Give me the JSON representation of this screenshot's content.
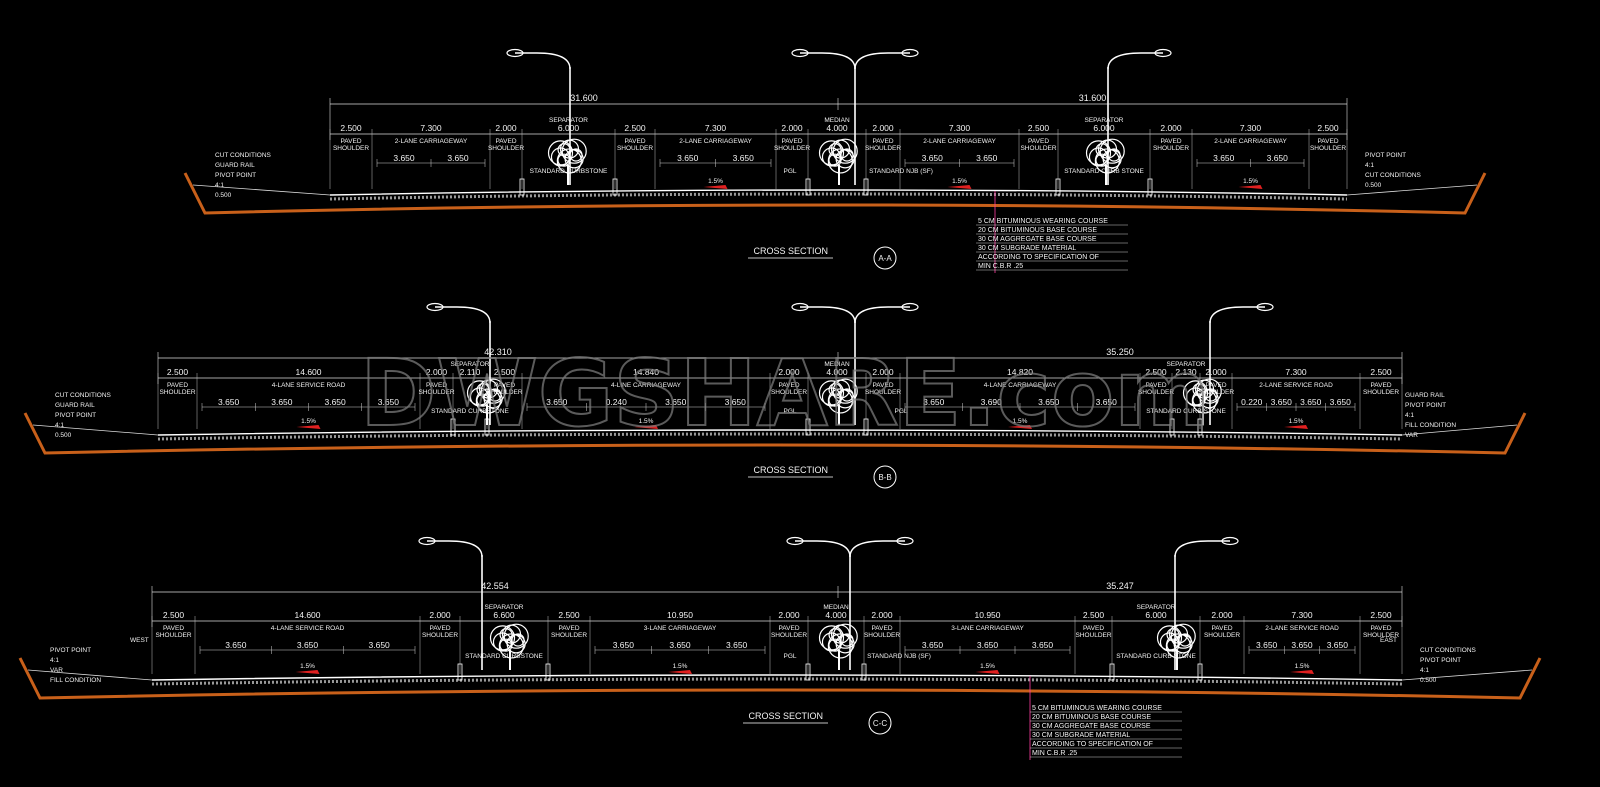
{
  "watermark": "DWGSHARE.com",
  "sections": [
    {
      "id": "A-A",
      "title": "CROSS SECTION",
      "bubble": "A-A",
      "total_dims": [
        "31.600",
        "31.600"
      ],
      "dims": [
        "2.500",
        "7.300",
        "2.000",
        "6.000",
        "2.500",
        "7.300",
        "2.000",
        "4.000",
        "2.000",
        "7.300",
        "2.500",
        "6.000",
        "2.000",
        "7.300",
        "2.500"
      ],
      "lane_dims": [
        "3.650",
        "3.650",
        "3.650",
        "3.650",
        "3.650",
        "3.650",
        "3.650",
        "3.650"
      ],
      "labels": [
        "PAVED\nSHOULDER",
        "2-LANE CARRIAGEWAY",
        "PAVED\nSHOULDER",
        "SEPARATOR",
        "PAVED\nSHOULDER",
        "2-LANE CARRIAGEWAY",
        "PAVED\nSHOULDER",
        "MEDIAN",
        "PAVED\nSHOULDER",
        "2-LANE CARRIAGEWAY",
        "PAVED\nSHOULDER",
        "SEPARATOR",
        "PAVED\nSHOULDER",
        "2-LANE CARRIAGEWAY",
        "PAVED\nSHOULDER"
      ],
      "notes_left": [
        "CUT CONDITIONS",
        "GUARD RAIL",
        "PIVOT POINT",
        "4:1",
        "0.500"
      ],
      "notes_right": [
        "PIVOT POINT",
        "4:1",
        "CUT CONDITIONS",
        "0.500"
      ],
      "misc": [
        "STANDARD CURBSTONE",
        "PGL",
        "STANDARD NJB (SF)",
        "STANDARD CURB STONE"
      ],
      "slopes": [
        "1.5%",
        "1.5%",
        "1.5%"
      ],
      "layers": [
        "5 CM BITUMINOUS WEARING COURSE",
        "20 CM BITUMINOUS BASE COURSE",
        "30 CM  AGGREGATE BASE COURSE",
        "30 CM SUBGRADE MATERIAL",
        "ACCORDING TO SPECIFICATION OF",
        "MIN C.B.R .25"
      ]
    },
    {
      "id": "B-B",
      "title": "CROSS SECTION",
      "bubble": "B-B",
      "total_dims": [
        "42.310",
        "35.250"
      ],
      "dims": [
        "2.500",
        "14.600",
        "2.000",
        "2.110",
        "2.500",
        "14.840",
        "2.000",
        "4.000",
        "2.000",
        "14.820",
        "2.500",
        "2.130",
        "2.000",
        "7.300",
        "2.500"
      ],
      "lane_dims": [
        "3.650",
        "3.650",
        "3.650",
        "3.650",
        "3.650",
        "0.240",
        "3.650",
        "3.650",
        "3.650",
        "3.690",
        "3.650",
        "3.650",
        "0.220",
        "3.650",
        "3.650",
        "3.650"
      ],
      "labels": [
        "PAVED\nSHOULDER",
        "4-LANE SERVICE ROAD",
        "PAVED\nSHOULDER",
        "SEPARATOR",
        "PAVED\nSHOULDER",
        "4-LINE CARRIAGEWAY",
        "PAVED\nSHOULDER",
        "MEDIAN",
        "PAVED\nSHOULDER",
        "4-LANE CARRIAGEWAY",
        "PAVED\nSHOULDER",
        "SEPARATOR",
        "PAVED\nSHOULDER",
        "2-LANE SERVICE ROAD",
        "PAVED\nSHOULDER"
      ],
      "notes_left": [
        "CUT CONDITIONS",
        "GUARD RAIL",
        "PIVOT POINT",
        "4:1",
        "0.500"
      ],
      "notes_right": [
        "GUARD RAIL",
        "PIVOT POINT",
        "4:1",
        "FILL CONDITION",
        "VAR"
      ],
      "misc": [
        "STANDARD CURBSTONE",
        "PGL",
        "PGL",
        "STANDARD CURB STONE"
      ],
      "slopes": [
        "1.5%",
        "1.5%",
        "1.5%",
        "1.5%"
      ],
      "layers": []
    },
    {
      "id": "C-C",
      "title": "CROSS SECTION",
      "bubble": "C-C",
      "total_dims": [
        "42.554",
        "35.247"
      ],
      "dims": [
        "2.500",
        "14.600",
        "2.000",
        "6.600",
        "2.500",
        "10.950",
        "2.000",
        "4.000",
        "2.000",
        "10.950",
        "2.500",
        "6.000",
        "2.000",
        "7.300",
        "2.500"
      ],
      "lane_dims": [
        "3.650",
        "3.650",
        "3.650",
        "3.650",
        "3.650",
        "3.650",
        "3.650",
        "3.650",
        "3.650",
        "3.650",
        "3.650",
        "3.650"
      ],
      "labels": [
        "PAVED\nSHOULDER",
        "4-LANE SERVICE ROAD",
        "PAVED\nSHOULDER",
        "SEPARATOR",
        "PAVED\nSHOULDER",
        "3-LANE CARRIAGEWAY",
        "PAVED\nSHOULDER",
        "MEDIAN",
        "PAVED\nSHOULDER",
        "3-LANE CARRIAGEWAY",
        "PAVED\nSHOULDER",
        "SEPARATOR",
        "PAVED\nSHOULDER",
        "2-LANE SERVICE ROAD",
        "PAVED\nSHOULDER"
      ],
      "notes_left": [
        "WEST",
        "PIVOT POINT",
        "4:1",
        "VAR",
        "FILL CONDITION"
      ],
      "notes_right": [
        "EAST",
        "CUT CONDITIONS",
        "PIVOT POINT",
        "4:1",
        "0.500"
      ],
      "misc": [
        "STANDARD CURBSTONE",
        "PGL",
        "STANDARD NJB (SF)",
        "STANDARD CURB STONE"
      ],
      "slopes": [
        "1.5%",
        "1.5%",
        "1.5%",
        "1.5%"
      ],
      "layers": [
        "5 CM BITUMINOUS WEARING COURSE",
        "20 CM BITUMINOUS BASE COURSE",
        "30 CM  AGGREGATE BASE COURSE",
        "30 CM SUBGRADE MATERIAL",
        "ACCORDING TO SPECIFICATION OF",
        "MIN C.B.R .25"
      ]
    }
  ]
}
